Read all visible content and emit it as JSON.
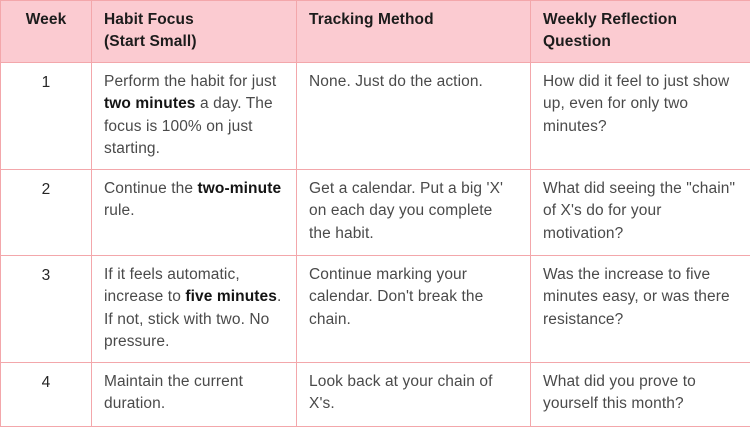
{
  "colors": {
    "border": "#f3a7ab",
    "header_bg": "#fbcbd1",
    "header_text": "#1c1c1c",
    "body_text": "#4a4a4a",
    "bold_text": "#141414",
    "page_bg": "#ffffff"
  },
  "table": {
    "headers": [
      {
        "label": "Week"
      },
      {
        "label": "Habit Focus\n(Start Small)"
      },
      {
        "label": "Tracking Method"
      },
      {
        "label": "Weekly Reflection Question"
      }
    ],
    "rows": [
      {
        "week": "1",
        "habit": [
          {
            "text": "Perform the habit for just ",
            "bold": false
          },
          {
            "text": "two minutes",
            "bold": true
          },
          {
            "text": " a day. The focus is 100% on just starting.",
            "bold": false
          }
        ],
        "tracking": "None. Just do the action.",
        "reflection": "How did it feel to just show up, even for only two minutes?"
      },
      {
        "week": "2",
        "habit": [
          {
            "text": "Continue the ",
            "bold": false
          },
          {
            "text": "two-minute",
            "bold": true
          },
          {
            "text": " rule.",
            "bold": false
          }
        ],
        "tracking": "Get a calendar. Put a big 'X' on each day you complete the habit.",
        "reflection": "What did seeing the \"chain\" of X's do for your motivation?"
      },
      {
        "week": "3",
        "habit": [
          {
            "text": "If it feels automatic, increase to ",
            "bold": false
          },
          {
            "text": "five minutes",
            "bold": true
          },
          {
            "text": ". If not, stick with two. No pressure.",
            "bold": false
          }
        ],
        "tracking": "Continue marking your calendar. Don't break the chain.",
        "reflection": "Was the increase to five minutes easy, or was there resistance?"
      },
      {
        "week": "4",
        "habit": [
          {
            "text": "Maintain the current duration.",
            "bold": false
          }
        ],
        "tracking": "Look back at your chain of X's.",
        "reflection": "What did you prove to yourself this month?"
      }
    ]
  }
}
